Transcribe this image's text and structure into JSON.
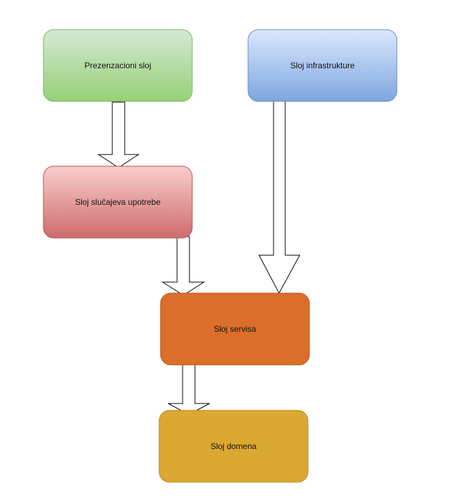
{
  "diagram": {
    "nodes": [
      {
        "id": "prezentacija",
        "label": "Prezenzacioni sloj",
        "gradient_top": "#d5e8d4",
        "gradient_bottom": "#97d077",
        "border": "#82b366"
      },
      {
        "id": "infrastruktura",
        "label": "Sloj infrastrukture",
        "gradient_top": "#dae8fc",
        "gradient_bottom": "#7ea6e0",
        "border": "#6c8ebf"
      },
      {
        "id": "slucajevi",
        "label": "Sloj slučajeva upotrebe",
        "gradient_top": "#f8cecc",
        "gradient_bottom": "#ce6c6c",
        "border": "#b85450"
      },
      {
        "id": "servisi",
        "label": "Sloj servisa",
        "fill": "#dc6e2b",
        "border": "#b4541a"
      },
      {
        "id": "domen",
        "label": "Sloj domena",
        "fill": "#dba832",
        "border": "#b88a20"
      }
    ],
    "edges": [
      {
        "from": "prezentacija",
        "to": "slucajevi"
      },
      {
        "from": "slucajevi",
        "to": "servisi"
      },
      {
        "from": "infrastruktura",
        "to": "servisi"
      },
      {
        "from": "servisi",
        "to": "domen"
      }
    ]
  }
}
